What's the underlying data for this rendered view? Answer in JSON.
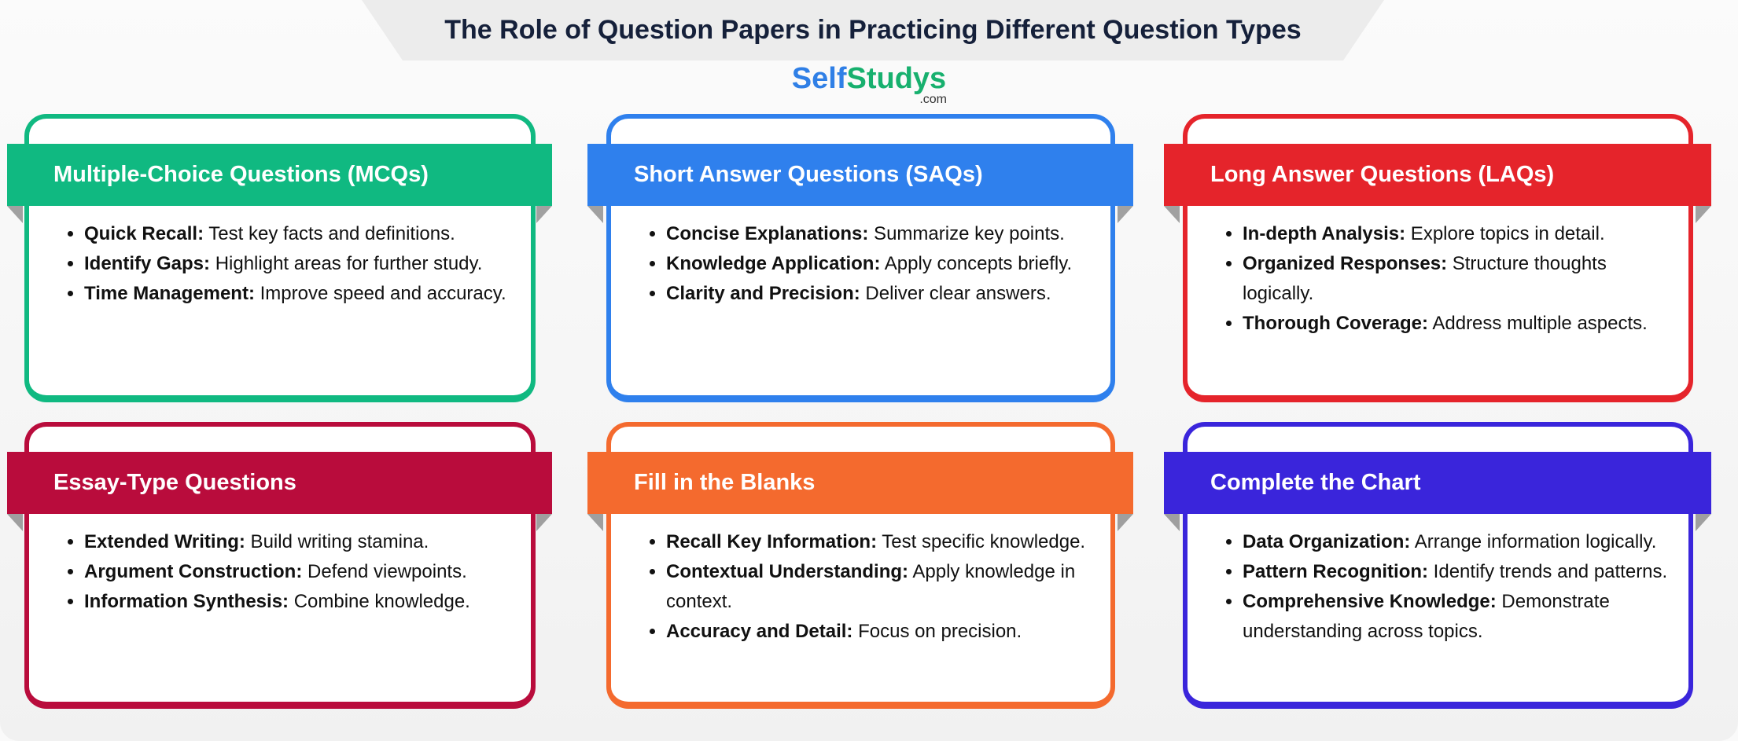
{
  "title": "The Role of Question Papers in Practicing Different Question Types",
  "logo": {
    "part1": "Self",
    "part2": "Studys",
    "suffix": ".com"
  },
  "colors": {
    "mcq": "#10b981",
    "saq": "#2f80ed",
    "laq": "#e5242b",
    "essay": "#b90c3c",
    "fill": "#f46a2e",
    "chart": "#3a25db"
  },
  "cards": [
    {
      "heading": "Multiple-Choice Questions (MCQs)",
      "items": [
        {
          "label": "Quick Recall:",
          "text": " Test key facts and definitions."
        },
        {
          "label": "Identify Gaps:",
          "text": " Highlight areas for further study."
        },
        {
          "label": "Time Management:",
          "text": " Improve speed and accuracy."
        }
      ]
    },
    {
      "heading": "Short Answer Questions (SAQs)",
      "items": [
        {
          "label": "Concise Explanations:",
          "text": " Summarize key points."
        },
        {
          "label": "Knowledge Application:",
          "text": " Apply concepts briefly."
        },
        {
          "label": "Clarity and Precision:",
          "text": " Deliver clear answers."
        }
      ]
    },
    {
      "heading": "Long Answer Questions (LAQs)",
      "items": [
        {
          "label": "In-depth Analysis:",
          "text": " Explore topics in detail."
        },
        {
          "label": "Organized Responses:",
          "text": " Structure thoughts logically."
        },
        {
          "label": "Thorough Coverage:",
          "text": " Address multiple aspects."
        }
      ]
    },
    {
      "heading": "Essay-Type Questions",
      "items": [
        {
          "label": "Extended Writing:",
          "text": " Build writing stamina."
        },
        {
          "label": "Argument Construction:",
          "text": " Defend viewpoints."
        },
        {
          "label": "Information Synthesis:",
          "text": " Combine knowledge."
        }
      ]
    },
    {
      "heading": "Fill in the Blanks",
      "items": [
        {
          "label": "Recall Key Information:",
          "text": " Test specific knowledge."
        },
        {
          "label": "Contextual Understanding:",
          "text": " Apply knowledge in context."
        },
        {
          "label": "Accuracy and Detail:",
          "text": " Focus on precision."
        }
      ]
    },
    {
      "heading": "Complete the Chart",
      "items": [
        {
          "label": "Data Organization:",
          "text": " Arrange information logically."
        },
        {
          "label": "Pattern Recognition:",
          "text": " Identify trends and patterns."
        },
        {
          "label": "Comprehensive Knowledge:",
          "text": " Demonstrate understanding across topics."
        }
      ]
    }
  ]
}
